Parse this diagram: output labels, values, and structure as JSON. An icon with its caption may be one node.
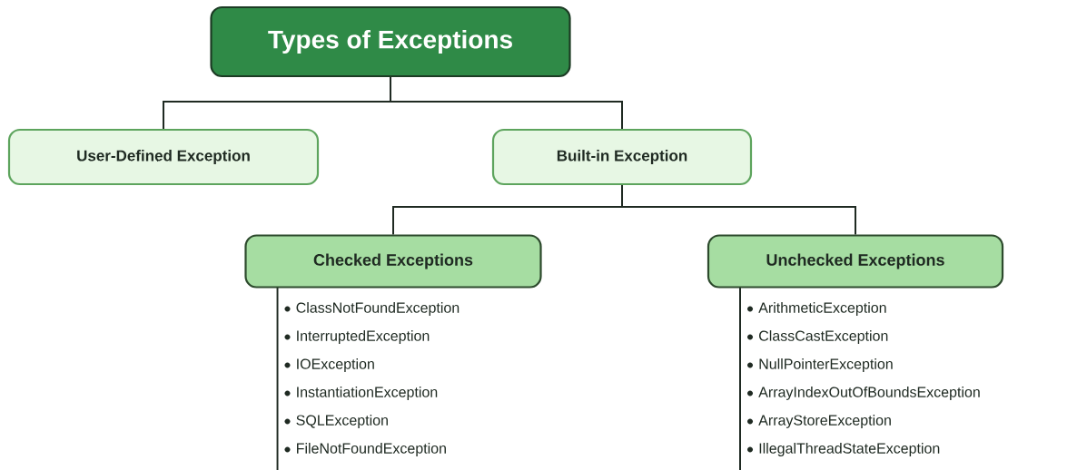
{
  "diagram": {
    "nodes": [
      {
        "text": [
          "Types of Exceptions"
        ]
      },
      {
        "text": [
          "User-Defined Exception"
        ]
      },
      {
        "text": [
          "Built-in Exception"
        ]
      },
      {
        "text": [
          "Checked Exceptions"
        ],
        "beside": [
          "ClassNotFoundException",
          "InterruptedException",
          "IOException",
          "InstantiationException",
          "SQLException",
          "FileNotFoundException"
        ]
      },
      {
        "text": [
          "Unchecked Exceptions"
        ],
        "beside": [
          "ArithmeticException",
          "ClassCastException",
          "NullPointerException",
          "ArrayIndexOutOfBoundsException",
          "ArrayStoreException",
          "IllegalThreadStateException"
        ]
      }
    ],
    "edges": [
      {
        "from": 0,
        "to": 1,
        "arrow": "none"
      },
      {
        "from": 0,
        "to": 2,
        "arrow": "none"
      },
      {
        "from": 2,
        "to": 3,
        "arrow": "none"
      },
      {
        "from": 2,
        "to": 4,
        "arrow": "none"
      }
    ]
  }
}
